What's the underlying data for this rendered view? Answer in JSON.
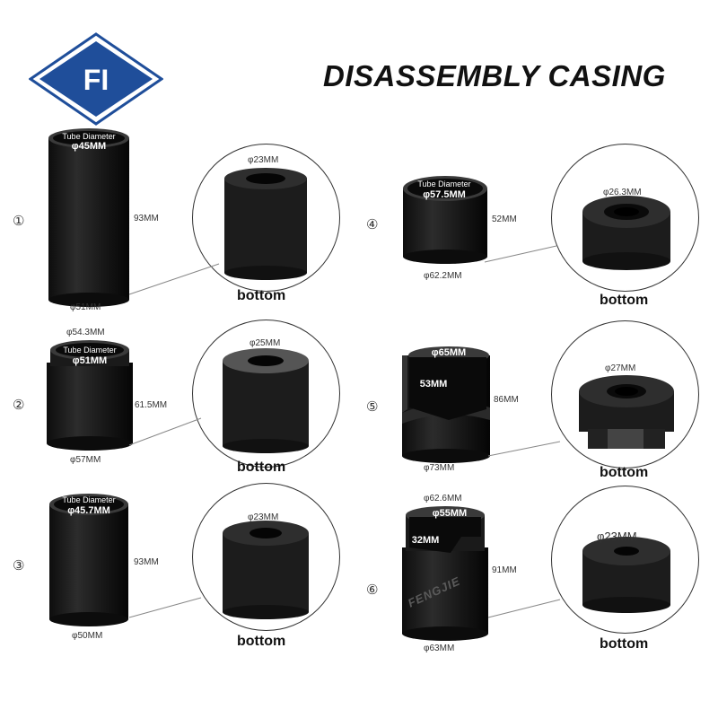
{
  "header": {
    "title": "DISASSEMBLY CASING",
    "logo_text": "FI"
  },
  "tube_diameter_label": "Tube Diameter",
  "bottom_label": "bottom",
  "watermark": "FENGJIE",
  "products": [
    {
      "index": "①",
      "inner_diameter": "φ45MM",
      "height": "93MM",
      "outer_diameter": "φ51MM",
      "bottom_hole": "φ23MM"
    },
    {
      "index": "②",
      "top_outer": "φ54.3MM",
      "inner_diameter": "φ51MM",
      "height": "61.5MM",
      "outer_diameter": "φ57MM",
      "bottom_hole": "φ25MM"
    },
    {
      "index": "③",
      "inner_diameter": "φ45.7MM",
      "height": "93MM",
      "outer_diameter": "φ50MM",
      "bottom_hole": "φ23MM"
    },
    {
      "index": "④",
      "inner_diameter": "φ57.5MM",
      "height": "52MM",
      "outer_diameter": "φ62.2MM",
      "bottom_hole": "φ26.3MM"
    },
    {
      "index": "⑤",
      "inner_diameter": "φ65MM",
      "slot_height": "53MM",
      "height": "86MM",
      "outer_diameter": "φ73MM",
      "bottom_hole": "φ27MM"
    },
    {
      "index": "⑥",
      "top_outer": "φ62.6MM",
      "inner_diameter": "φ55MM",
      "slot_height": "32MM",
      "height": "91MM",
      "outer_diameter": "φ63MM",
      "bottom_hole": "φ23MM"
    }
  ]
}
